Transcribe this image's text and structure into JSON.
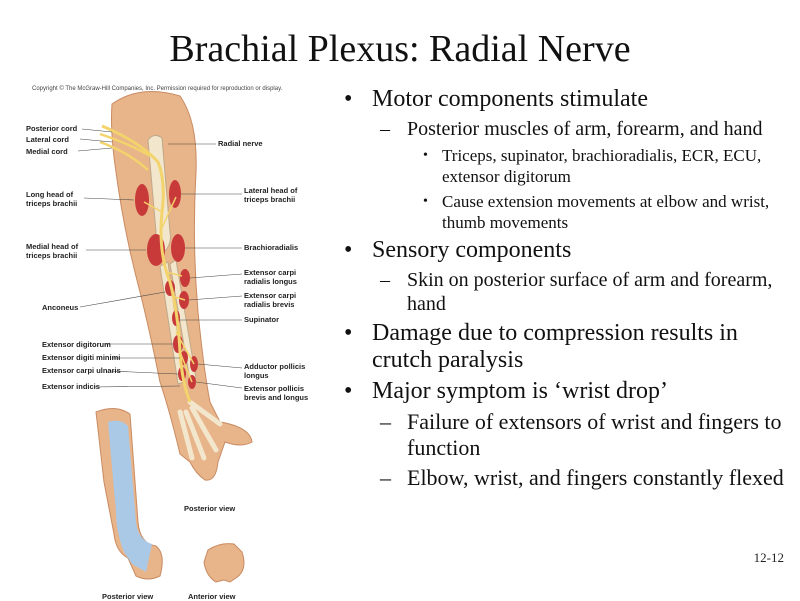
{
  "slide": {
    "title": "Brachial Plexus: Radial Nerve",
    "number": "12-12"
  },
  "figure": {
    "copyright": "Copyright © The McGraw-Hill Companies, Inc. Permission required for reproduction or display.",
    "left_labels": [
      "Posterior cord",
      "Lateral cord",
      "Medial cord",
      "Long head of\ntriceps brachii",
      "Medial head of\ntriceps brachii",
      "Anconeus",
      "Extensor digitorum",
      "Extensor digiti minimi",
      "Extensor carpi ulnaris",
      "Extensor indicis"
    ],
    "right_labels": [
      "Radial nerve",
      "Lateral head of\ntriceps brachii",
      "Brachioradialis",
      "Extensor carpi\nradialis longus",
      "Extensor carpi\nradialis brevis",
      "Supinator",
      "Adductor pollicis\nlongus",
      "Extensor pollicis\nbrevis and longus"
    ],
    "view_labels": {
      "main": "Posterior view",
      "small_posterior": "Posterior view",
      "small_anterior": "Anterior view"
    },
    "colors": {
      "skin": "#e8b48a",
      "muscle": "#c83a3a",
      "nerve": "#f3d36b",
      "bone": "#f2e6cc",
      "sensory_area": "#a9c9e6"
    }
  },
  "bullets": {
    "motor": {
      "label": "Motor components stimulate",
      "sub": "Posterior muscles of arm, forearm, and hand",
      "items": [
        "Triceps, supinator, brachioradialis, ECR, ECU, extensor digitorum",
        "Cause extension movements at elbow and wrist, thumb movements"
      ]
    },
    "sensory": {
      "label": "Sensory components",
      "sub": "Skin on posterior surface of arm and forearm, hand"
    },
    "damage": {
      "label": "Damage due to compression results in crutch paralysis"
    },
    "symptom": {
      "label": "Major symptom is ‘wrist drop’",
      "subs": [
        "Failure of extensors of wrist and fingers to function",
        "Elbow, wrist, and fingers constantly flexed"
      ]
    }
  }
}
